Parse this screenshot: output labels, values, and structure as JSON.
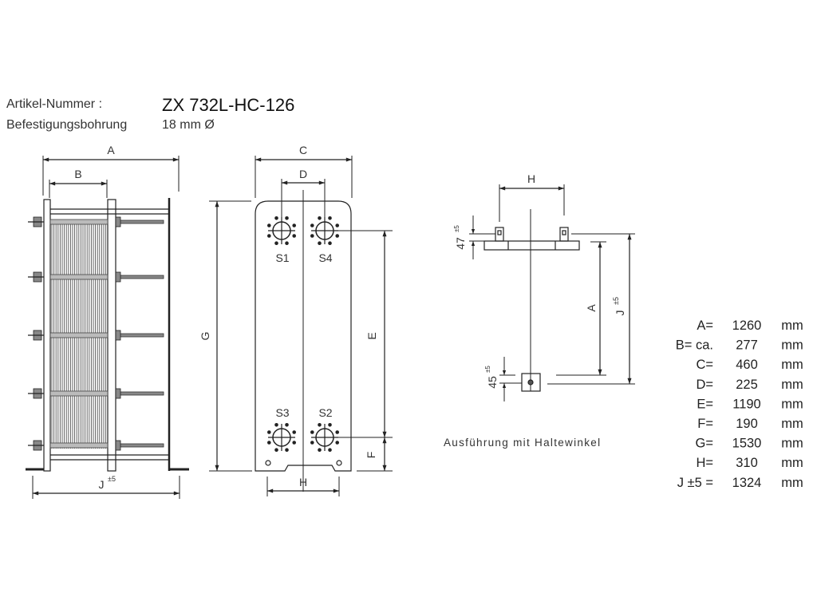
{
  "header": {
    "article_label": "Artikel-Nummer :",
    "article_value": "ZX 732L-HC-126",
    "mount_label": "Befestigungsbohrung",
    "mount_value": "18 mm Ø"
  },
  "side_view": {
    "dim_a": "A",
    "dim_b": "B",
    "dim_j": "J",
    "dim_j_tol": "±5"
  },
  "front_view": {
    "dim_c": "C",
    "dim_d": "D",
    "dim_g": "G",
    "dim_e": "E",
    "dim_f": "F",
    "dim_h": "H",
    "ports": [
      "S1",
      "S4",
      "S3",
      "S2"
    ]
  },
  "bracket_view": {
    "dim_h": "H",
    "dim_a": "A",
    "dim_j": "J",
    "dim_j_tol": "±5",
    "dim_47": "47",
    "dim_47_tol": "±5",
    "dim_45": "45",
    "dim_45_tol": "±5",
    "caption": "Ausführung mit Haltewinkel"
  },
  "dimensions": [
    {
      "label": "A=",
      "value": "1260",
      "unit": "mm"
    },
    {
      "label": "B= ca.",
      "value": "277",
      "unit": "mm"
    },
    {
      "label": "C=",
      "value": "460",
      "unit": "mm"
    },
    {
      "label": "D=",
      "value": "225",
      "unit": "mm"
    },
    {
      "label": "E=",
      "value": "1190",
      "unit": "mm"
    },
    {
      "label": "F=",
      "value": "190",
      "unit": "mm"
    },
    {
      "label": "G=",
      "value": "1530",
      "unit": "mm"
    },
    {
      "label": "H=",
      "value": "310",
      "unit": "mm"
    },
    {
      "label": "J ±5 =",
      "value": "1324",
      "unit": "mm"
    }
  ]
}
